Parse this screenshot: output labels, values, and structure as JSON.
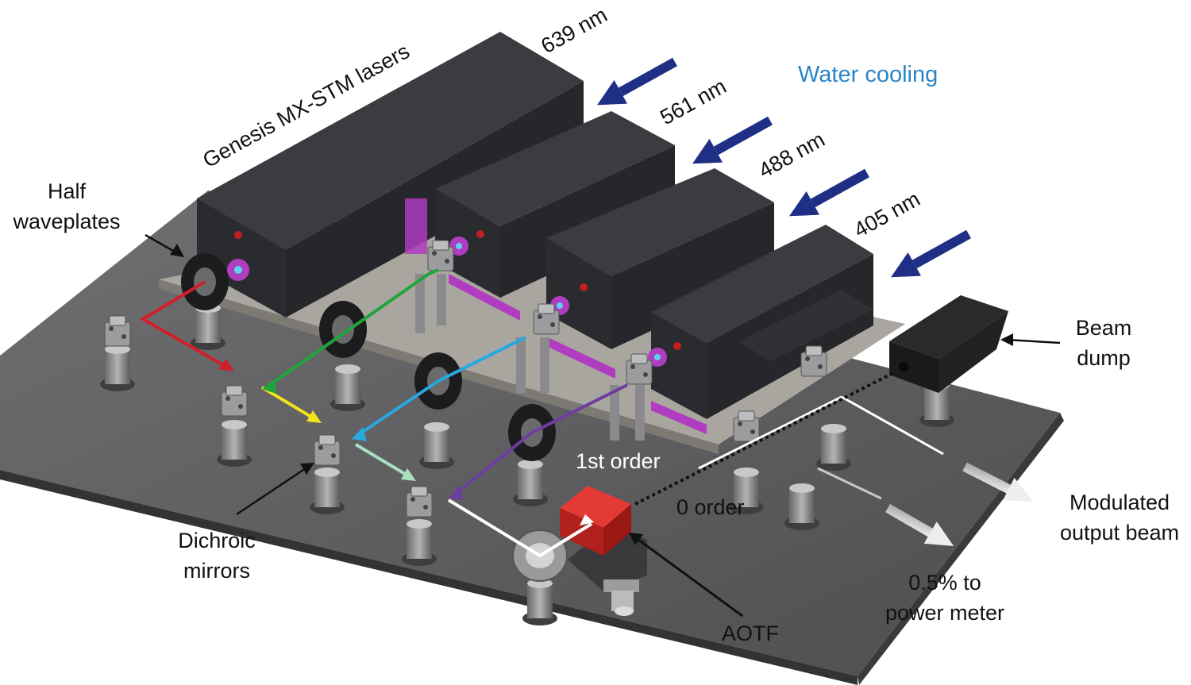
{
  "labels": {
    "lasers": "Genesis MX-STM lasers",
    "wl_639": "639 nm",
    "wl_561": "561 nm",
    "wl_488": "488 nm",
    "wl_405": "405 nm",
    "water_cooling": "Water cooling",
    "half_line1": "Half",
    "half_line2": "waveplates",
    "beam_line1": "Beam",
    "beam_line2": "dump",
    "dichroic_line1": "Dichroic",
    "dichroic_line2": "mirrors",
    "first_order": "1st order",
    "zero_order": "0 order",
    "modulated_line1": "Modulated",
    "modulated_line2": "output beam",
    "power_line1": "0.5% to",
    "power_line2": "power meter",
    "aotf": "AOTF"
  },
  "colors": {
    "table": "#5c5c5e",
    "laser_body": "#2e2f33",
    "accent_magenta": "#b03cc0",
    "water_arrow": "#1f2f86",
    "beam_red": "#d11f2a",
    "beam_green": "#1fa53a",
    "beam_yellow": "#f2e21c",
    "beam_blue": "#2aa6e0",
    "beam_mint": "#a8e0c0",
    "beam_purple": "#6b3fa0",
    "beam_white": "#ffffff",
    "aotf_red": "#c0201e",
    "label_blue": "#2a86c8"
  }
}
